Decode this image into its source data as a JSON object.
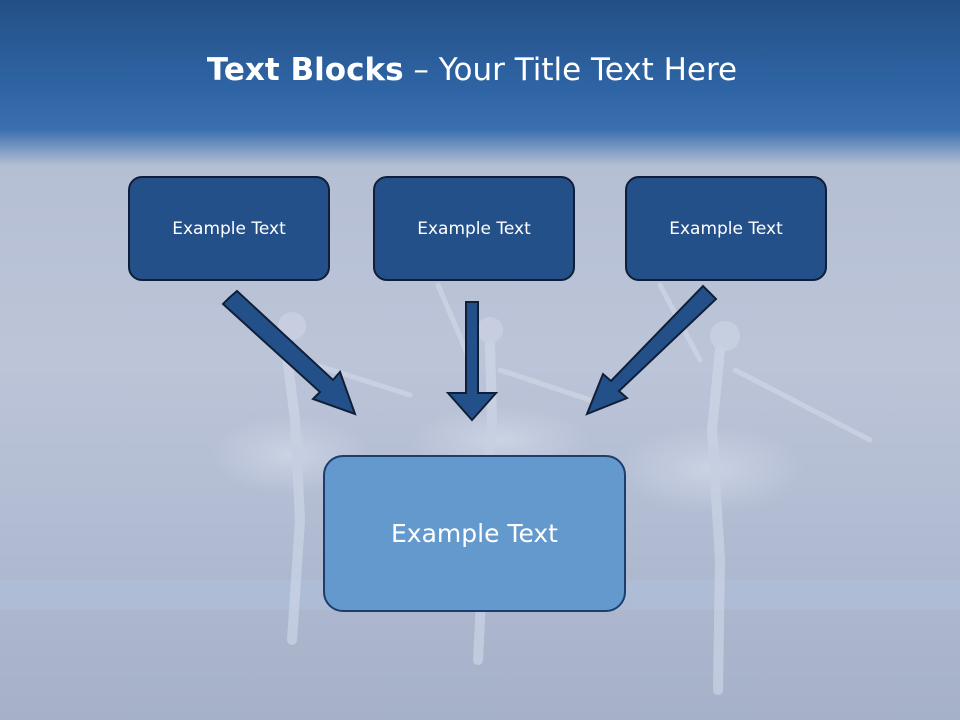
{
  "title": {
    "bold": "Text Blocks",
    "separator": " – ",
    "rest": "Your Title Text Here"
  },
  "blocks": [
    {
      "label": "Example Text"
    },
    {
      "label": "Example Text"
    },
    {
      "label": "Example Text"
    }
  ],
  "center_block": {
    "label": "Example Text"
  },
  "colors": {
    "header": "#245a9c",
    "top_box_fill": "#24508a",
    "center_box_fill": "#6499cd",
    "arrow_fill": "#24508a",
    "arrow_stroke": "#0f1f38"
  }
}
